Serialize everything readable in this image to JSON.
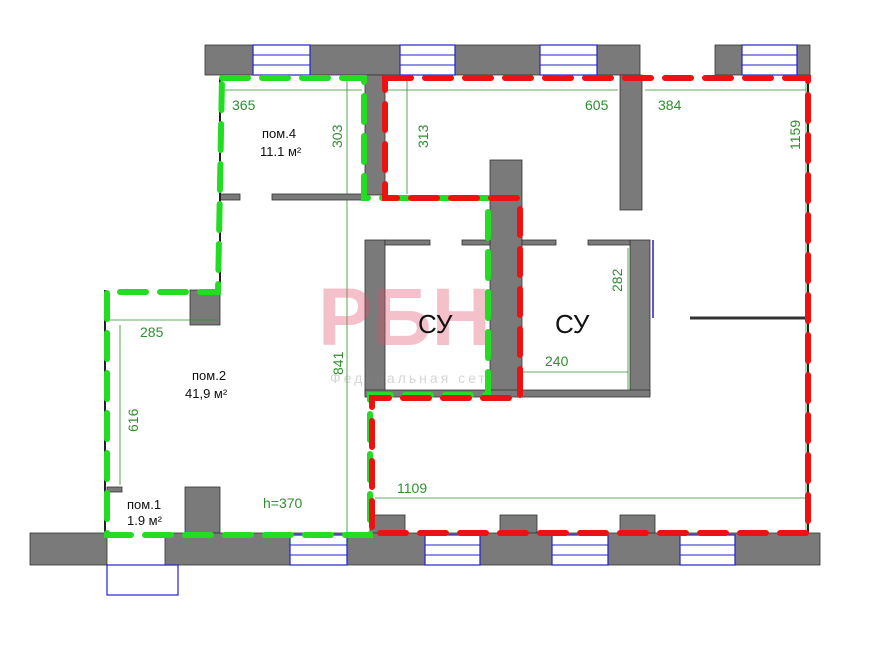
{
  "rooms": {
    "pom4": {
      "name": "пом.4",
      "area": "11.1 м²"
    },
    "pom2": {
      "name": "пом.2",
      "area": "41,9 м²"
    },
    "pom1": {
      "name": "пом.1",
      "area": "1.9 м²"
    },
    "su1": "СУ",
    "su2": "СУ"
  },
  "dimensions": {
    "d365": "365",
    "d303": "303",
    "d313": "313",
    "d605": "605",
    "d384": "384",
    "d1159": "1159",
    "d285": "285",
    "d616": "616",
    "d841": "841",
    "d282": "282",
    "d240": "240",
    "d1109": "1109",
    "height": "h=370"
  },
  "watermark": {
    "logo": "РБН",
    "subtitle": "Федеральная сеть"
  },
  "colors": {
    "green_zone": "#22dd22",
    "red_zone": "#ee1111",
    "wall": "#7a7a7a"
  }
}
